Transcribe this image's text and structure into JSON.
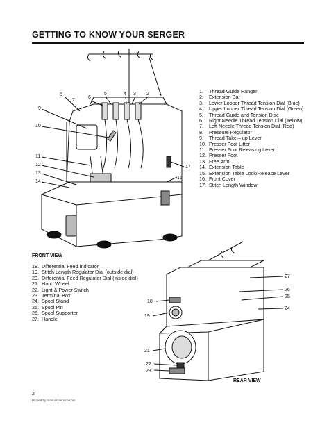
{
  "page": {
    "title": "GETTING TO KNOW YOUR SERGER",
    "page_number": "2",
    "ripped_by": "Ripped by manualsservice.com"
  },
  "front_view": {
    "caption": "FRONT VIEW",
    "items": [
      {
        "n": "1.",
        "text": "Thread Guide Hanger"
      },
      {
        "n": "2.",
        "text": "Extension Bar"
      },
      {
        "n": "3.",
        "text": "Lower Looper Thread Tension Dial (Blue)"
      },
      {
        "n": "4.",
        "text": "Upper Looper Thread Tension Dial (Green)"
      },
      {
        "n": "5.",
        "text": "Thread Guide and Tension Disc"
      },
      {
        "n": "6.",
        "text": "Right Needle Thread Tension Dial (Yellow)"
      },
      {
        "n": "7.",
        "text": "Left Needle Thread Tension Dial (Red)"
      },
      {
        "n": "8.",
        "text": "Pressure Regulator"
      },
      {
        "n": "9.",
        "text": "Thread Take – up Lever"
      },
      {
        "n": "10.",
        "text": "Presser Foot Lifter"
      },
      {
        "n": "11.",
        "text": "Presser Foot Releasing Lever"
      },
      {
        "n": "12.",
        "text": "Presser Foot"
      },
      {
        "n": "13.",
        "text": "Free Arm"
      },
      {
        "n": "14.",
        "text": "Extension Table"
      },
      {
        "n": "15.",
        "text": "Extension Table Lock/Release Lever"
      },
      {
        "n": "16.",
        "text": "Front Cover"
      },
      {
        "n": "17.",
        "text": "Stitch Length Window"
      }
    ],
    "callouts": [
      "1",
      "2",
      "3",
      "4",
      "5",
      "6",
      "7",
      "8",
      "9",
      "10",
      "11",
      "12",
      "13",
      "14",
      "16",
      "17"
    ]
  },
  "rear_view": {
    "caption": "REAR VIEW",
    "items": [
      {
        "n": "18.",
        "text": "Differential Feed Indicator"
      },
      {
        "n": "19.",
        "text": "Stitch Length Regulator Dial (outside dial)"
      },
      {
        "n": "20.",
        "text": "Differential Feed Regulator Dial (inside dial)"
      },
      {
        "n": "21.",
        "text": "Hand Wheel"
      },
      {
        "n": "22.",
        "text": "Light & Power Switch"
      },
      {
        "n": "23.",
        "text": "Terminal Box"
      },
      {
        "n": "24.",
        "text": "Spool Stand"
      },
      {
        "n": "25.",
        "text": "Spool Pin"
      },
      {
        "n": "26.",
        "text": "Spool Supporter"
      },
      {
        "n": "27.",
        "text": "Handle"
      }
    ],
    "callouts": [
      "18",
      "19",
      "21",
      "22",
      "23",
      "24",
      "25",
      "26",
      "27"
    ]
  }
}
